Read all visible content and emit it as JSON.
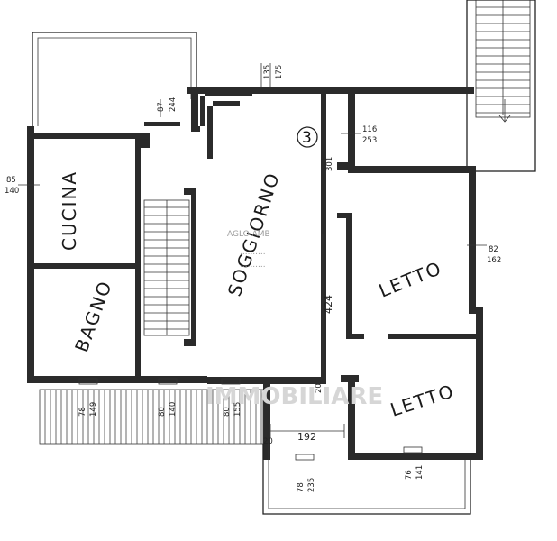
{
  "rooms": {
    "cucina": "CUCINA",
    "bagno": "BAGNO",
    "soggiorno": "SOGGIORNO",
    "letto1": "LETTO",
    "letto2": "LETTO"
  },
  "unit_marker": "3",
  "stamp_lines": [
    "AGLO AMB",
    "..........",
    ".........."
  ],
  "watermark": "IMMOBILIARE",
  "dimensions": {
    "top_window": [
      "135",
      "175"
    ],
    "hall_door": [
      "87",
      "244"
    ],
    "kitchen_window": [
      "85",
      "140"
    ],
    "living_window": [
      "116",
      "253"
    ],
    "living_height": "301",
    "bed1_window": [
      "82",
      "162"
    ],
    "corridor_height": "424",
    "corridor_door": "20",
    "corridor_width": "192",
    "lower_left": "20",
    "balcony_win1": [
      "78",
      "149"
    ],
    "balcony_win2": [
      "80",
      "140"
    ],
    "balcony_win3": [
      "80",
      "155"
    ],
    "bottom_left": [
      "78",
      "235"
    ],
    "bottom_right": [
      "76",
      "141"
    ]
  }
}
